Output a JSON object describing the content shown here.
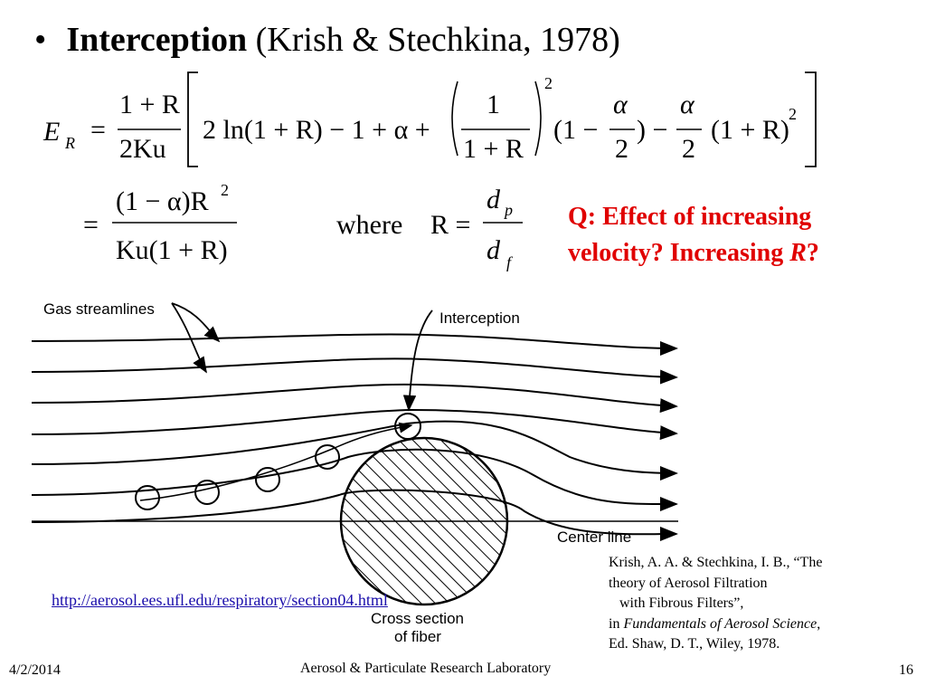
{
  "title": {
    "bullet": "•",
    "bold": "Interception",
    "rest": " (Krish & Stechkina, 1978)"
  },
  "equation": {
    "lhs": "E",
    "lhs_sub": "R",
    "eq": "=",
    "frac1_num": "1 + R",
    "frac1_den": "2Ku",
    "term_ln": "2 ln(1 + R) − 1 + α +",
    "frac2_num": "1",
    "frac2_den": "1 + R",
    "sq": "2",
    "term_a": "(1 −",
    "alpha": "α",
    "two": "2",
    "close_minus": ") −",
    "term_b": "(1 + R)",
    "sq2": "2",
    "line2_num": "(1 − α)R",
    "line2_sq": "2",
    "line2_den": "Ku(1 + R)",
    "where": "where",
    "R_def": "R =",
    "dp": "d",
    "dp_sub": "p",
    "df": "d",
    "df_sub": "f"
  },
  "question": {
    "line1": "Q: Effect of increasing",
    "line2_prefix": "velocity? Increasing ",
    "line2_var": "R",
    "line2_suffix": "?"
  },
  "diagram": {
    "label_streamlines": "Gas streamlines",
    "label_interception": "Interception",
    "label_center": "Center line",
    "label_cross1": "Cross section",
    "label_cross2": "of fiber"
  },
  "link": "http://aerosol.ees.ufl.edu/respiratory/section04.html",
  "citation": {
    "line1": "Krish, A. A. & Stechkina, I. B., “The",
    "line2": "theory of Aerosol Filtration",
    "line3": "with Fibrous Filters”,",
    "line4_prefix": "in ",
    "line4_italic": "Fundamentals of Aerosol Science",
    "line4_suffix": ",",
    "line5": "Ed. Shaw, D. T., Wiley, 1978."
  },
  "footer": {
    "date": "4/2/2014",
    "center": "Aerosol & Particulate Research Laboratory",
    "page": "16"
  }
}
